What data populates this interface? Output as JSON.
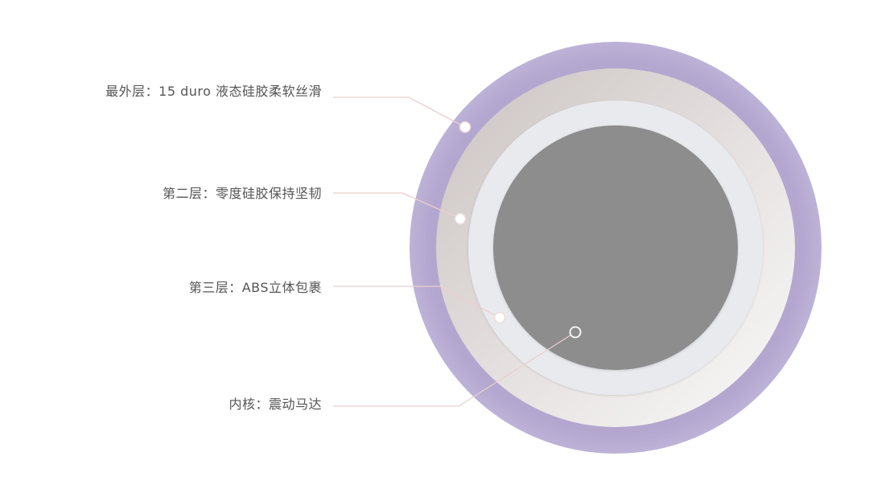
{
  "layers": [
    {
      "label": "最外层：15 duro 液态硅胶柔软丝滑"
    },
    {
      "label": "第二层：零度硅胶保持坚韧"
    },
    {
      "label": "第三层：ABS立体包裹"
    },
    {
      "label": "内核：震动马达"
    }
  ],
  "colors": {
    "outer_ring": "#b8acd3",
    "second_ring_light": "#f6f5f5",
    "second_ring_dark": "#d2cac8",
    "third_ring": "#e9eaee",
    "core": "#8d8d8d",
    "leader_line": "#eacfce",
    "label_text": "#555555"
  }
}
